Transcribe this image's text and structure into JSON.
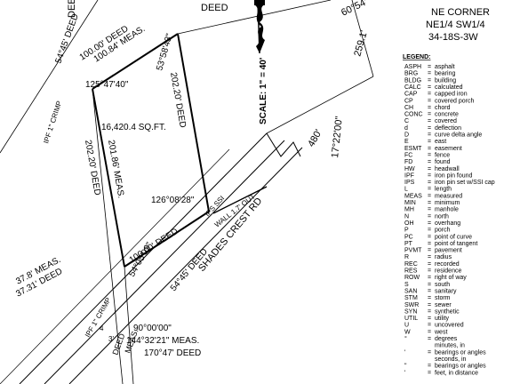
{
  "top_labels": {
    "deed_top": "DEED",
    "deed_top_right": "DEED",
    "course_ne": "60°54'",
    "dist_ne": "259.1'"
  },
  "corner": {
    "line1": "NE CORNER",
    "line2": "NE1/4 SW1/4",
    "line3": "34-18S-3W"
  },
  "scale": {
    "text": "SCALE: 1\" = 40'"
  },
  "lot": {
    "north_deed": "100.00' DEED",
    "north_meas": "100.84' MEAS.",
    "north_bearing_deed": "54°45' DEED",
    "north_bearing_meas": "53°58'43\"",
    "angle_nw": "125°47'40\"",
    "east_deed": "202.20' DEED",
    "area": "16,420.4 SQ.FT.",
    "west_meas": "201.86' MEAS.",
    "west_deed": "202.20' DEED",
    "angle_se": "126°08'28\"",
    "south_deed": "100.00' DEED",
    "south_bearing_meas": "54°05'09\"",
    "ipf_crimp_nw": "IPF 1\" CRIMP",
    "ipf_crimp_sw": "IPF 1\" CRIMP",
    "ips_ssi": "IPS SSI",
    "wall": "WALL 1.7' OUT"
  },
  "road": {
    "name": "SHADES CREST RD",
    "bearing": "54°45' DEED",
    "dist_480": "480'",
    "angle_1722": "17°22'00\""
  },
  "bottom": {
    "left_meas": "37.8' MEAS.",
    "left_deed": "37.31' DEED",
    "angle_90": "90°00'00\"",
    "angle_144": "144°32'21\" MEAS.",
    "deed_170": "170°47' DEED",
    "deed_a": "DEED",
    "deed_b": "MEAS.",
    "small_1": "4",
    "small_2": "3'"
  },
  "legend": {
    "title": "LEGEND:",
    "items": [
      {
        "abbr": "ASPH",
        "desc": "asphalt"
      },
      {
        "abbr": "BRG",
        "desc": "bearing"
      },
      {
        "abbr": "BLDG",
        "desc": "building"
      },
      {
        "abbr": "CALC",
        "desc": "calculated"
      },
      {
        "abbr": "CAP",
        "desc": "capped iron"
      },
      {
        "abbr": "CP",
        "desc": "covered porch"
      },
      {
        "abbr": "CH",
        "desc": "chord"
      },
      {
        "abbr": "CONC",
        "desc": "concrete"
      },
      {
        "abbr": "C",
        "desc": "covered"
      },
      {
        "abbr": "d",
        "desc": "deflection"
      },
      {
        "abbr": "D",
        "desc": "curve delta angle"
      },
      {
        "abbr": "E",
        "desc": "east"
      },
      {
        "abbr": "ESMT",
        "desc": "easement"
      },
      {
        "abbr": "FC",
        "desc": "fence"
      },
      {
        "abbr": "FD",
        "desc": "found"
      },
      {
        "abbr": "HW",
        "desc": "headwall"
      },
      {
        "abbr": "IPF",
        "desc": "iron pin found"
      },
      {
        "abbr": "IPS",
        "desc": "iron pin set w/SSI cap"
      },
      {
        "abbr": "L",
        "desc": "length"
      },
      {
        "abbr": "MEAS",
        "desc": "measured"
      },
      {
        "abbr": "MIN",
        "desc": "minimum"
      },
      {
        "abbr": "MH",
        "desc": "manhole"
      },
      {
        "abbr": "N",
        "desc": "north"
      },
      {
        "abbr": "OH",
        "desc": "overhang"
      },
      {
        "abbr": "P",
        "desc": "porch"
      },
      {
        "abbr": "PC",
        "desc": "point of curve"
      },
      {
        "abbr": "PT",
        "desc": "point of tangent"
      },
      {
        "abbr": "PVMT",
        "desc": "pavement"
      },
      {
        "abbr": "R",
        "desc": "radius"
      },
      {
        "abbr": "REC",
        "desc": "recorded"
      },
      {
        "abbr": "RES",
        "desc": "residence"
      },
      {
        "abbr": "ROW",
        "desc": "right of way"
      },
      {
        "abbr": "S",
        "desc": "south"
      },
      {
        "abbr": "SAN",
        "desc": "sanitary"
      },
      {
        "abbr": "STM",
        "desc": "storm"
      },
      {
        "abbr": "SWR",
        "desc": "sewer"
      },
      {
        "abbr": "SYN",
        "desc": "synthetic"
      },
      {
        "abbr": "UTIL",
        "desc": "utility"
      },
      {
        "abbr": "U",
        "desc": "uncovered"
      },
      {
        "abbr": "W",
        "desc": "west"
      },
      {
        "abbr": "°",
        "desc": "degrees"
      },
      {
        "abbr": "",
        "desc": "minutes, in"
      },
      {
        "abbr": "'",
        "desc": "bearings or angles"
      },
      {
        "abbr": "",
        "desc": "seconds, in"
      },
      {
        "abbr": "\"",
        "desc": "bearings or angles"
      },
      {
        "abbr": "'",
        "desc": "feet, in distance"
      }
    ]
  }
}
